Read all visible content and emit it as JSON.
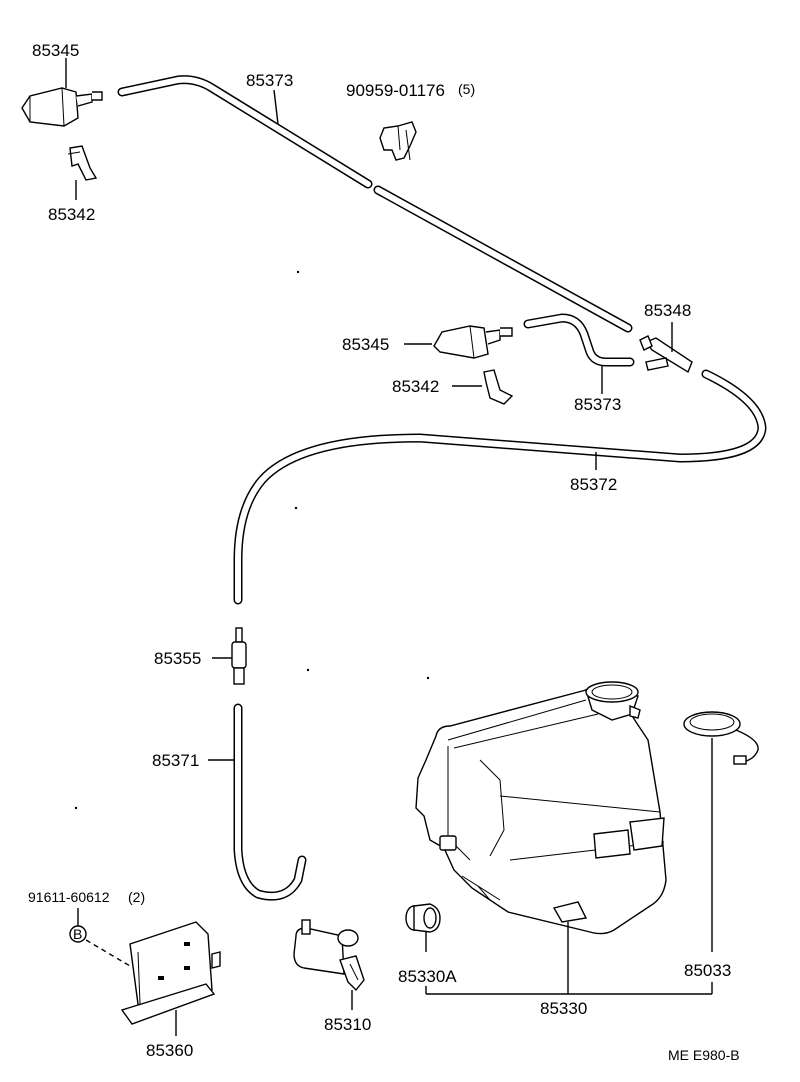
{
  "labels": {
    "nozzle_upper": "85345",
    "clip_upper": "85342",
    "hose_upper": "85373",
    "clamp_part": "90959-01176",
    "clamp_qty": "(5)",
    "nozzle_lower": "85345",
    "clip_lower": "85342",
    "joint_right": "85348",
    "hose_short": "85373",
    "hose_long": "85372",
    "joint_mid": "85355",
    "hose_lower": "85371",
    "bolt_part": "91611-60612",
    "bolt_qty": "(2)",
    "bolt_mark": "B",
    "bracket": "85360",
    "pump": "85310",
    "grommet": "85330A",
    "tank": "85330",
    "cap": "85033",
    "footer": "ME  E980-B"
  }
}
